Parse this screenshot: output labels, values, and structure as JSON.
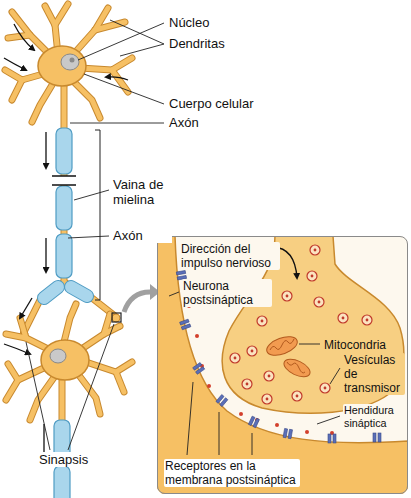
{
  "diagram": {
    "nodes": [
      {
        "text": [
          "Dirección del impulso nervioso",
          "Neurona postsináptica",
          "Mitocondria",
          "Vesículas de transmisor",
          "Hendidura sináptica",
          "Receptores en la membrana postsináptica"
        ]
      }
    ],
    "labels": [
      "Núcleo",
      "Dendritas",
      "Cuerpo celular",
      "Axón",
      "Vaina de mielina",
      "Axón",
      "Sinapsis"
    ]
  }
}
